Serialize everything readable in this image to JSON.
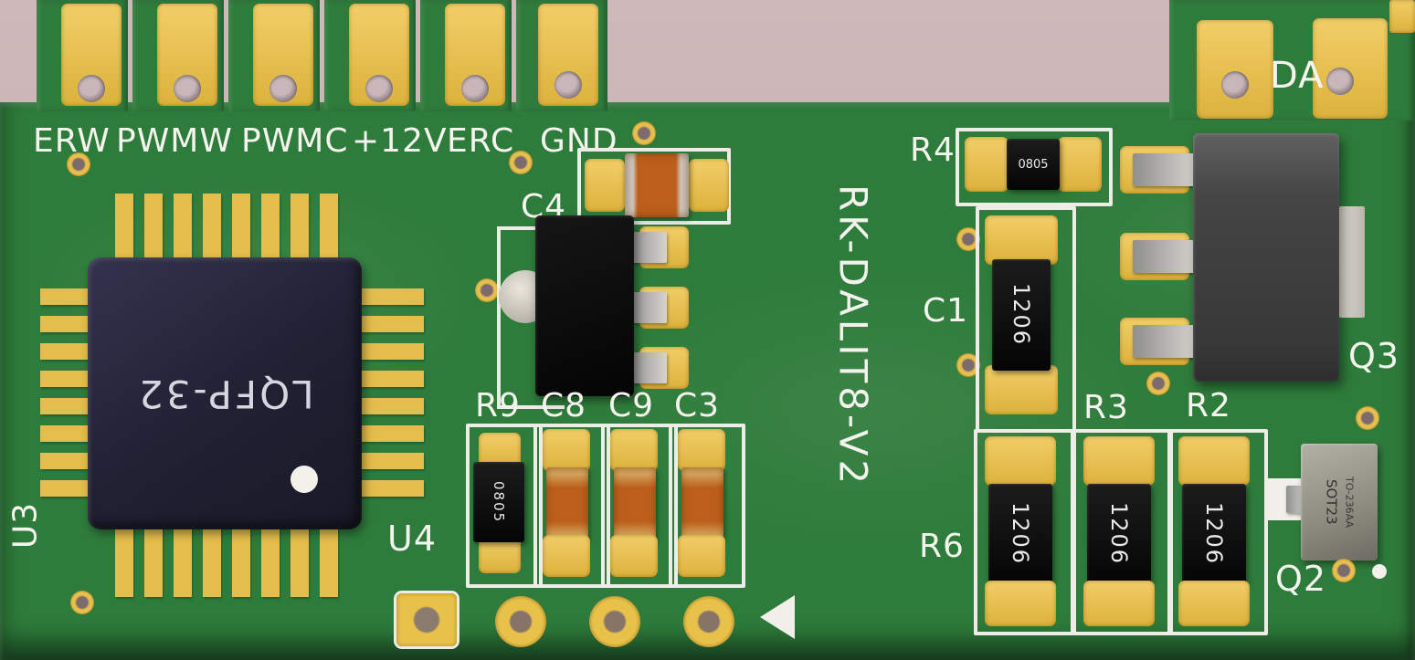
{
  "board": {
    "name_vertical": "RK-DALIT8-V2",
    "top_connector_labels": [
      "ERW",
      "PWMW",
      "PWMC",
      "+12V",
      "ERC",
      "GND"
    ],
    "right_connector_label": "DA"
  },
  "components": {
    "u3": {
      "ref": "U3",
      "package": "LQFP-32"
    },
    "u4": {
      "ref": "U4"
    },
    "c4": {
      "ref": "C4"
    },
    "r9": {
      "ref": "R9",
      "marking": "0805"
    },
    "c8": {
      "ref": "C8"
    },
    "c9": {
      "ref": "C9"
    },
    "c3": {
      "ref": "C3"
    },
    "r4": {
      "ref": "R4",
      "marking": "0805"
    },
    "c1": {
      "ref": "C1",
      "marking": "1206"
    },
    "q3": {
      "ref": "Q3"
    },
    "r6": {
      "ref": "R6",
      "marking": "1206"
    },
    "r3": {
      "ref": "R3",
      "marking": "1206"
    },
    "r2": {
      "ref": "R2",
      "marking": "1206"
    },
    "q2": {
      "ref": "Q2",
      "marking_line1": "SOT23",
      "marking_line2": "TO-236AA"
    }
  },
  "colors": {
    "board_green": "#2e7c3b",
    "pad_gold": "#e8c14a",
    "silkscreen_white": "#f4f3ee",
    "component_black": "#0e0e0e",
    "capacitor_orange": "#bd5f1c",
    "ic_body_navy": "#27273c",
    "transistor_gray": "#4a4a4a",
    "background_pink": "#c9b3b6"
  }
}
